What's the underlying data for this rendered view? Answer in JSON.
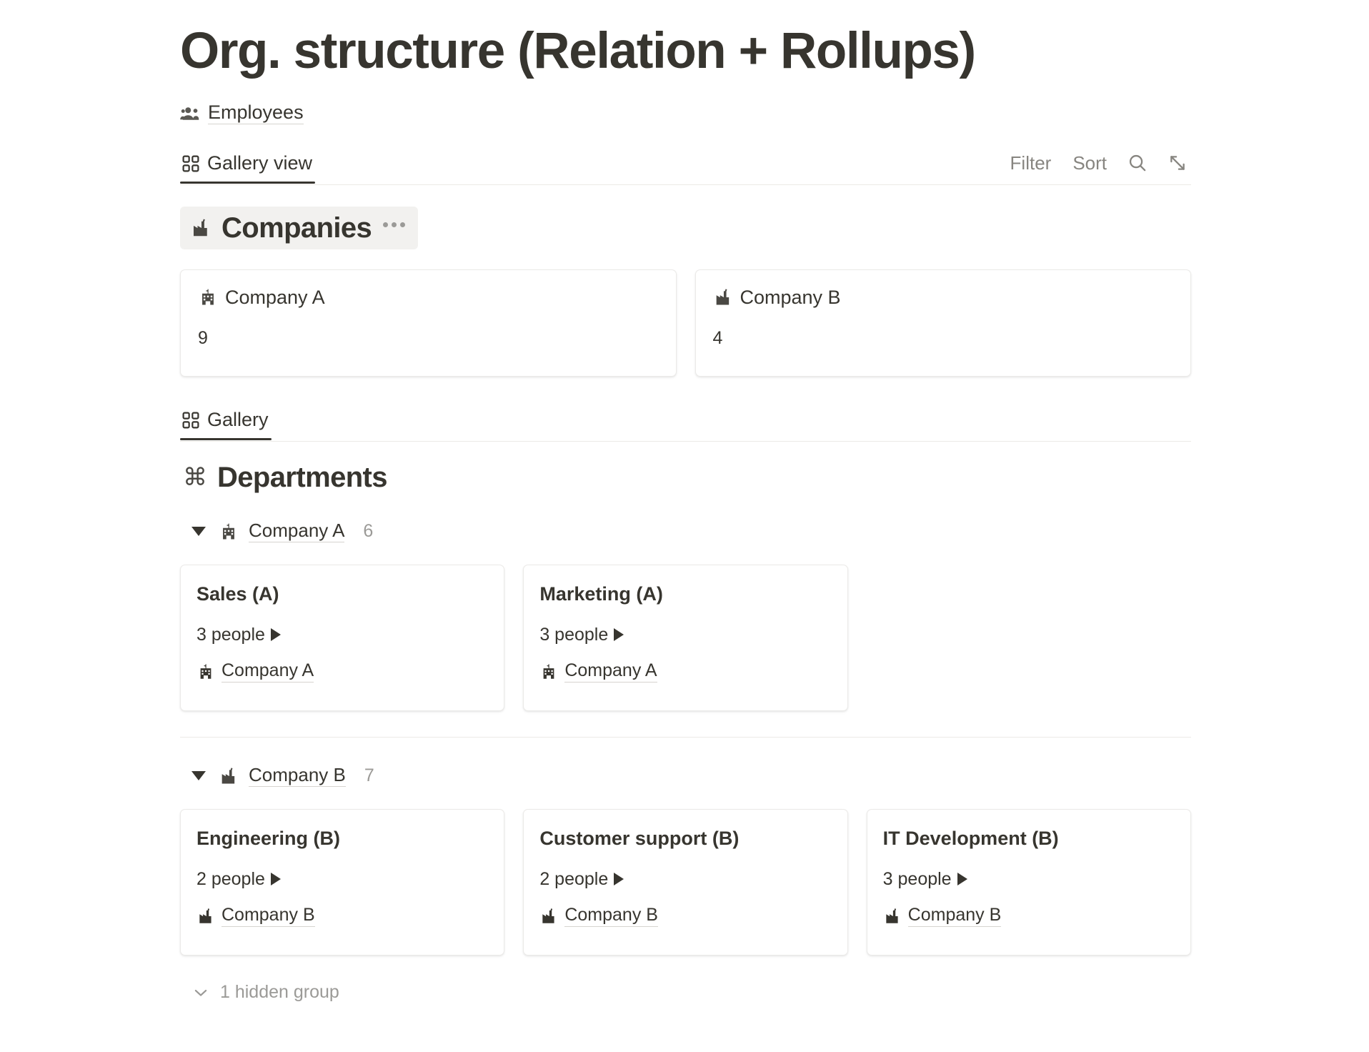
{
  "page": {
    "title": "Org. structure (Relation + Rollups)"
  },
  "source_db": {
    "label": "Employees",
    "icon": "people-group-icon"
  },
  "view_bar_top": {
    "tab": {
      "label": "Gallery view",
      "icon": "gallery-grid-icon",
      "active": true
    },
    "actions": {
      "filter_label": "Filter",
      "sort_label": "Sort",
      "search_icon": "search-icon",
      "expand_icon": "expand-arrows-icon"
    }
  },
  "companies_section": {
    "title": "Companies",
    "icon": "factory-icon",
    "menu": "ellipsis-menu-icon",
    "cards": [
      {
        "name": "Company A",
        "icon": "school-building-icon",
        "value": "9"
      },
      {
        "name": "Company B",
        "icon": "factory-icon",
        "value": "4"
      }
    ]
  },
  "view_bar_bottom": {
    "tab": {
      "label": "Gallery",
      "icon": "gallery-grid-icon",
      "active": true
    }
  },
  "departments_section": {
    "title": "Departments",
    "icon": "command-icon",
    "groups": [
      {
        "name": "Company A",
        "icon": "school-building-icon",
        "count": "6",
        "expanded": true,
        "cards": [
          {
            "title": "Sales (A)",
            "people": "3 people",
            "relation": "Company A",
            "relation_icon": "school-building-icon"
          },
          {
            "title": "Marketing (A)",
            "people": "3 people",
            "relation": "Company A",
            "relation_icon": "school-building-icon"
          }
        ]
      },
      {
        "name": "Company B",
        "icon": "factory-icon",
        "count": "7",
        "expanded": true,
        "cards": [
          {
            "title": "Engineering (B)",
            "people": "2 people",
            "relation": "Company B",
            "relation_icon": "factory-icon"
          },
          {
            "title": "Customer support (B)",
            "people": "2 people",
            "relation": "Company B",
            "relation_icon": "factory-icon"
          },
          {
            "title": "IT Development (B)",
            "people": "3 people",
            "relation": "Company B",
            "relation_icon": "factory-icon"
          }
        ]
      }
    ],
    "hidden_groups_label": "1 hidden group",
    "hidden_groups_icon": "chevron-down-icon"
  },
  "colors": {
    "text": "#37352f",
    "muted": "#9b9a97",
    "border": "#ebeae8",
    "section_highlight": "#f2f1ef",
    "underline": "#d6d4d0"
  }
}
